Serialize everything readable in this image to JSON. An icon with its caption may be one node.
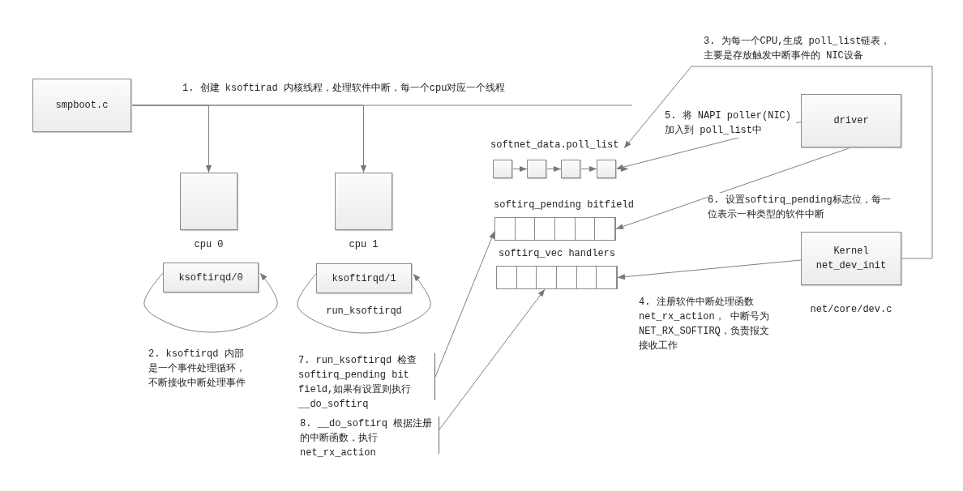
{
  "diagram": {
    "nodes": [
      {
        "text": [
          "smpboot.c"
        ]
      },
      {
        "text": [],
        "shape": "box",
        "beside": [
          "cpu 0"
        ]
      },
      {
        "text": [],
        "shape": "box",
        "beside": [
          "cpu 1"
        ]
      },
      {
        "text": [
          "ksoftirqd/0"
        ]
      },
      {
        "text": [
          "ksoftirqd/1"
        ]
      },
      {
        "text": [
          "softnet_data.poll_list"
        ]
      },
      {
        "text": [],
        "shape": "box"
      },
      {
        "text": [],
        "shape": "box"
      },
      {
        "text": [],
        "shape": "box"
      },
      {
        "text": [],
        "shape": "box"
      },
      {
        "text": [
          "softirq_pending bitfield"
        ]
      },
      {
        "text": [
          "softirq_vec handlers"
        ]
      },
      {
        "text": [
          "driver"
        ]
      },
      {
        "text": [
          "Kernel net_dev_init"
        ],
        "beside": [
          "net/core/dev.c"
        ]
      },
      {
        "text": [
          "7. run_ksoftirqd 检查 softirq_pending bit field,如果有设置则执行 __do_softirq"
        ]
      },
      {
        "text": [
          "8. __do_softirq 根据注册的中断函数，执行 net_rx_action"
        ]
      }
    ],
    "edges": [
      {
        "from": 0,
        "to": 1,
        "arrow": "to"
      },
      {
        "from": 0,
        "to": 2,
        "arrow": "to"
      },
      {
        "from": 0,
        "to": null,
        "arrow": "none"
      },
      {
        "from": 3,
        "to": 3,
        "arrow": "to"
      },
      {
        "from": 4,
        "to": 4,
        "arrow": "to",
        "label": "run_ksoftirqd"
      },
      {
        "from": 6,
        "to": 7,
        "arrow": "to"
      },
      {
        "from": 7,
        "to": 8,
        "arrow": "to"
      },
      {
        "from": 8,
        "to": 9,
        "arrow": "to"
      },
      {
        "from": 9,
        "to": null,
        "arrow": "to"
      },
      {
        "from": 13,
        "to": 5,
        "arrow": "to",
        "label": "3. 为每一个CPU,生成 poll_list链表，主要是存放触发中断事件的 NIC设备"
      },
      {
        "from": 12,
        "to": 9,
        "arrow": "to",
        "label": "5. 将 NAPI poller(NIC) 加入到 poll_list中"
      },
      {
        "from": 12,
        "to": 10,
        "arrow": "to",
        "label": "6. 设置softirq_pending标志位，每一位表示一种类型的软件中断"
      },
      {
        "from": 13,
        "to": 11,
        "arrow": "to",
        "label": "4. 注册软件中断处理函数 net_rx_action， 中断号为 NET_RX_SOFTIRQ，负责报文接收工作"
      },
      {
        "from": 14,
        "to": 10,
        "arrow": "to"
      },
      {
        "from": 15,
        "to": 11,
        "arrow": "to"
      }
    ],
    "labels": [
      "1. 创建 ksoftirad 内核线程，处理软件中断，每一个cpu对应一个线程",
      "2. ksoftirqd 内部是一个事件处理循环，不断接收中断处理事件"
    ]
  }
}
